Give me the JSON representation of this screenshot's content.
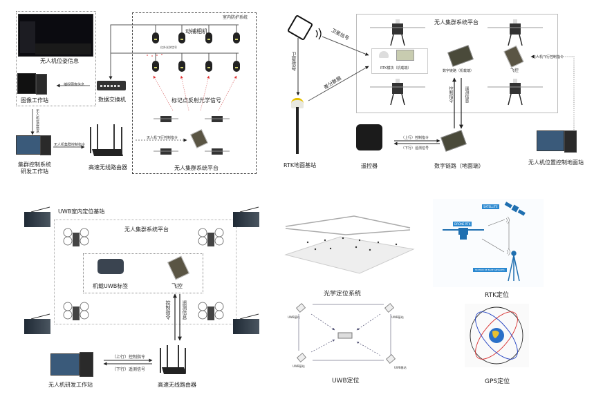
{
  "panel_top_left": {
    "pose_info_label": "无人机位姿信息",
    "image_workstation_label": "图像工作站",
    "switch_label": "数据交换机",
    "capture_info_arrow": "捕捉图像信息",
    "pose_info_vertical": "无人机位姿信息",
    "swarm_control_label_line1": "集群控制系统",
    "swarm_control_label_line2": "研发工作站",
    "swarm_cmd_arrow": "无人机集群控制指令",
    "router_label": "高速无线路由器",
    "indoor_protection_label": "室内防护系统",
    "mocap_camera_label": "动捕相机",
    "ir_signal_label": "红外光学信号",
    "marker_signal_label": "标记点反射光学信号",
    "flight_cmd_arrow": "无人机飞行控制指令",
    "platform_label": "无人集群系统平台"
  },
  "panel_top_right": {
    "platform_label": "无人集群系统平台",
    "satellite_signal_1": "卫星信号",
    "satellite_signal_2": "卫星信号",
    "diff_data": "差分数据",
    "rtk_module_label": "RTK模块（机载端）",
    "datalink_air_label": "数字链路（机载端）",
    "flight_controller_label": "飞控",
    "flight_cmd_arrow": "无人机飞行控制指令",
    "control_cmd_vertical": "控制指令",
    "telemetry_vertical": "遥测信息",
    "uplink_label": "（上行）控制指令",
    "downlink_label": "（下行）遥测信号",
    "rtk_base_label": "RTK地面基站",
    "remote_label": "遥控器",
    "datalink_ground_label": "数字链路（地面端）",
    "ground_station_label": "无人机位置控制地面站"
  },
  "panel_bottom_left": {
    "uwb_anchor_label": "UWB室内定位基站",
    "platform_label": "无人集群系统平台",
    "uwb_tag_label": "机载UWB标签",
    "flight_controller_label": "飞控",
    "control_cmd_vertical": "控制指令",
    "telemetry_vertical": "遥测信息",
    "uplink_label": "（上行）控制指令",
    "downlink_label": "（下行）遥测信号",
    "dev_workstation_label": "无人机研发工作站",
    "router_label": "高速无线路由器"
  },
  "panel_bottom_mid": {
    "optical_label": "光学定位系统",
    "uwb_base_small": "UWB基站",
    "uwb_label": "UWB定位"
  },
  "panel_bottom_right": {
    "satellite_tag": "SATELLITE",
    "drone_tag": "DRONE RTK",
    "station_tag": "STATION DE BASE GNSS/RTK",
    "rtk_label": "RTK定位",
    "gps_label": "GPS定位"
  },
  "colors": {
    "rtk_blue": "#1f6fb0",
    "tag_blue": "#2a88d0",
    "red_signal": "#e03030",
    "orbit_red": "#d83030",
    "orbit_blue": "#2040c0"
  }
}
